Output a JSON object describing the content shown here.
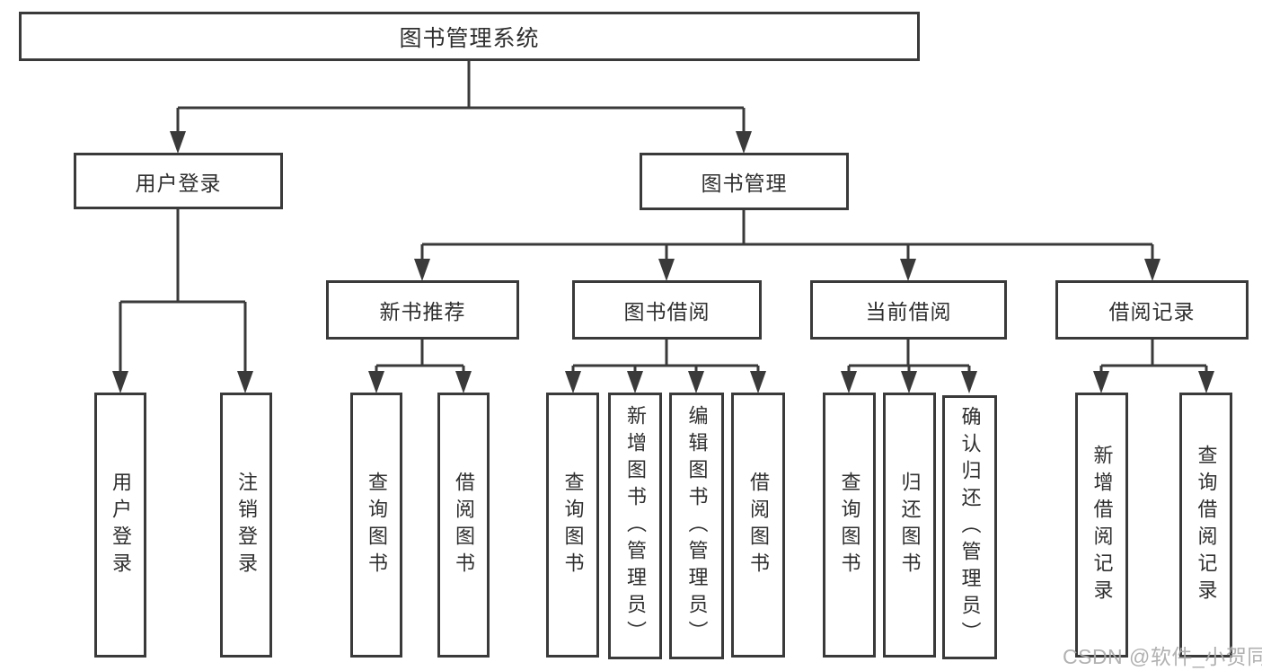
{
  "colors": {
    "line": "#3a3a3a",
    "text": "#2f2f2f",
    "background": "#ffffff",
    "watermark": "#ababab"
  },
  "tree": {
    "root": {
      "label": "图书管理系统"
    },
    "children": [
      {
        "label": "用户登录",
        "leaves": [
          {
            "label": "用户登录"
          },
          {
            "label": "注销登录"
          }
        ]
      },
      {
        "label": "图书管理",
        "children": [
          {
            "label": "新书推荐",
            "leaves": [
              {
                "label": "查询图书"
              },
              {
                "label": "借阅图书"
              }
            ]
          },
          {
            "label": "图书借阅",
            "leaves": [
              {
                "label": "查询图书"
              },
              {
                "label": "新增图书（管理员）"
              },
              {
                "label": "编辑图书（管理员）"
              },
              {
                "label": "借阅图书"
              }
            ]
          },
          {
            "label": "当前借阅",
            "leaves": [
              {
                "label": "查询图书"
              },
              {
                "label": "归还图书"
              },
              {
                "label": "确认归还（管理员）"
              }
            ]
          },
          {
            "label": "借阅记录",
            "leaves": [
              {
                "label": "新增借阅记录"
              },
              {
                "label": "查询借阅记录"
              }
            ]
          }
        ]
      }
    ]
  },
  "watermark": {
    "text": "CSDN @软件_小贺同学"
  }
}
